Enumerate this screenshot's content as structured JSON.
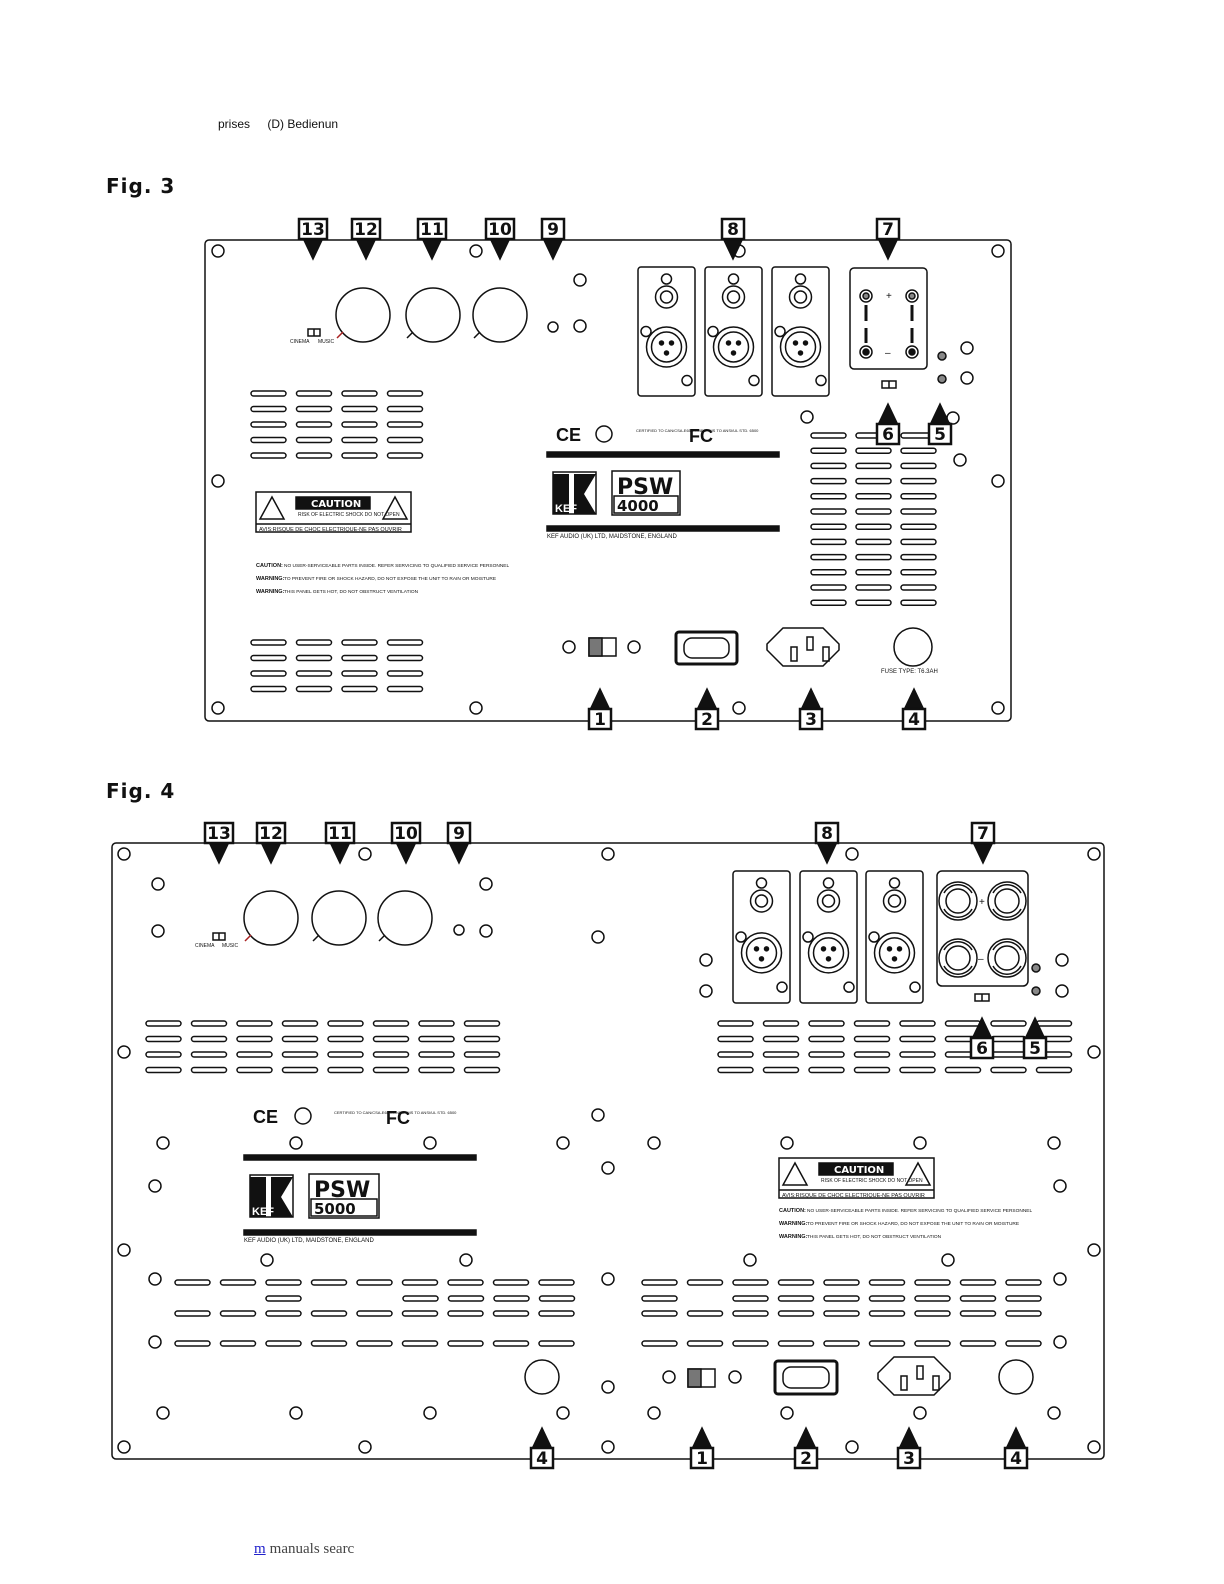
{
  "header": {
    "left": "prises",
    "right": "(D) Bedienun"
  },
  "fig3": {
    "title": "Fig. 3",
    "callouts": [
      "1",
      "2",
      "3",
      "4",
      "5",
      "6",
      "7",
      "8",
      "9",
      "10",
      "11",
      "12",
      "13"
    ],
    "switch_labels": [
      "CINEMA",
      "MUSIC"
    ],
    "brand": "KEF",
    "model_top": "PSW",
    "model_num": "4000",
    "maker_line": "KEF AUDIO (UK) LTD, MAIDSTONE, ENGLAND",
    "caution_title": "CAUTION",
    "caution_sub": "RISK OF ELECTRIC SHOCK DO NOT OPEN",
    "caution_fr": "AVIS:RISQUE DE CHOC ELECTRIQUE-NE PAS OUVRIR",
    "warnings": [
      {
        "k": "CAUTION:",
        "v": "NO USER-SERVICEABLE PARTS INSIDE. REFER SERVICING TO QUALIFIED SERVICE PERSONNEL"
      },
      {
        "k": "WARNING:",
        "v": "TO PREVENT FIRE OR SHOCK HAZARD, DO NOT EXPOSE THE UNIT TO RAIN OR MOISTURE"
      },
      {
        "k": "WARNING:",
        "v": "THIS PANEL GETS HOT, DO NOT OBSTRUCT VENTILATION"
      }
    ],
    "cert_text": "CERTIFIED TO CAN/CSA-E65 CONFORMS TO ANSI/UL STD. 6500",
    "fuse_text": "FUSE TYPE: T6.3AH",
    "plus": "+",
    "minus": "–"
  },
  "fig4": {
    "title": "Fig. 4",
    "callouts": [
      "1",
      "2",
      "3",
      "4",
      "5",
      "6",
      "7",
      "8",
      "9",
      "10",
      "11",
      "12",
      "13"
    ],
    "switch_labels": [
      "CINEMA",
      "MUSIC"
    ],
    "brand": "KEF",
    "model_top": "PSW",
    "model_num": "5000",
    "maker_line": "KEF AUDIO (UK) LTD, MAIDSTONE, ENGLAND",
    "caution_title": "CAUTION",
    "caution_sub": "RISK OF ELECTRIC SHOCK DO NOT OPEN",
    "caution_fr": "AVIS:RISQUE DE CHOC ELECTRIQUE-NE PAS OUVRIR",
    "warnings": [
      {
        "k": "CAUTION:",
        "v": "NO USER-SERVICEABLE PARTS INSIDE. REFER SERVICING TO QUALIFIED SERVICE PERSONNEL"
      },
      {
        "k": "WARNING:",
        "v": "TO PREVENT FIRE OR SHOCK HAZARD, DO NOT EXPOSE THE UNIT TO RAIN OR MOISTURE"
      },
      {
        "k": "WARNING:",
        "v": "THIS PANEL GETS HOT, DO NOT OBSTRUCT VENTILATION"
      }
    ],
    "cert_text": "CERTIFIED TO CAN/CSA-E65 CONFORMS TO ANSI/UL STD. 6500",
    "plus": "+",
    "minus": "–"
  },
  "footer": {
    "link": "m",
    "text": "manuals searc"
  }
}
